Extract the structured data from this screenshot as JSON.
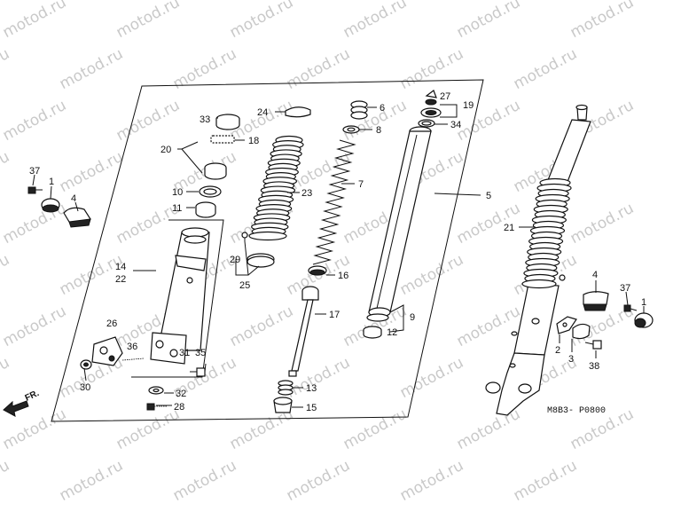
{
  "watermark": {
    "text": "motod.ru"
  },
  "diagram_code": "M8B3- P0800",
  "direction_arrow_label": "FR.",
  "callouts": [
    "1",
    "2",
    "3",
    "4",
    "5",
    "6",
    "7",
    "8",
    "9",
    "10",
    "11",
    "12",
    "13",
    "14",
    "15",
    "16",
    "17",
    "18",
    "19",
    "20",
    "21",
    "22",
    "23",
    "24",
    "25",
    "26",
    "27",
    "28",
    "29",
    "30",
    "31",
    "32",
    "33",
    "34",
    "35",
    "36",
    "37",
    "38"
  ],
  "colors": {
    "line": "#111111",
    "watermark": "#c9c9c9",
    "background": "#ffffff"
  }
}
